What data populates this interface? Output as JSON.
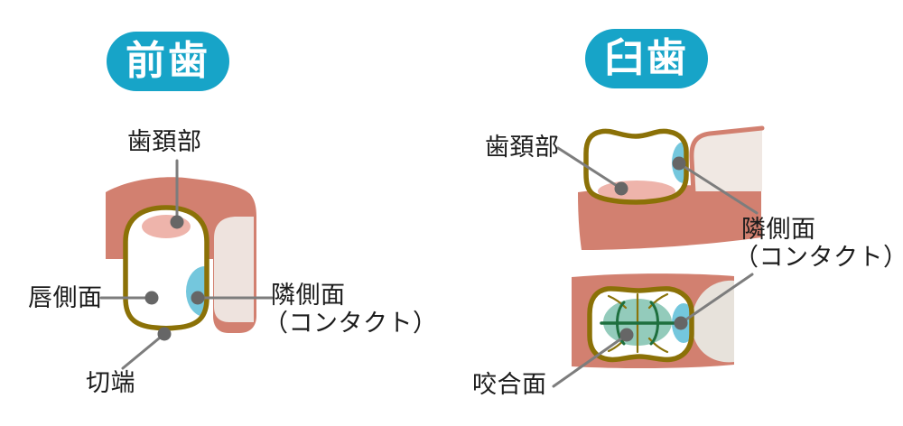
{
  "front_section": {
    "badge": "前歯",
    "labels": {
      "cervical": "歯頚部",
      "labial": "唇側面",
      "proximal": "隣側面",
      "proximal_sub": "（コンタクト）",
      "incisal": "切端"
    }
  },
  "molar_section": {
    "badge": "臼歯",
    "labels": {
      "cervical": "歯頚部",
      "proximal": "隣側面",
      "proximal_sub": "（コンタクト）",
      "occlusal": "咬合面"
    }
  },
  "colors": {
    "badge": "#17a4c8",
    "badge_text": "#ffffff",
    "label_text": "#1c1c1c",
    "gum": "#d28070",
    "cervical_pink": "#eeb4ab",
    "contact_blue": "#74c7dd",
    "occlusal_teal": "#93cbbb",
    "groove_green": "#1e6f3e",
    "groove_olive": "#8b740b",
    "tooth_outline": "#8b7107",
    "tooth_fill": "#ffffff",
    "neighbor_tooth": "#eee3de",
    "neighbor_tooth_molar": "#f0e8e3",
    "neighbor_tooth_occlusal": "#e7e2db",
    "leader_line": "#7d7d7d",
    "pointer_dot": "#666666"
  }
}
